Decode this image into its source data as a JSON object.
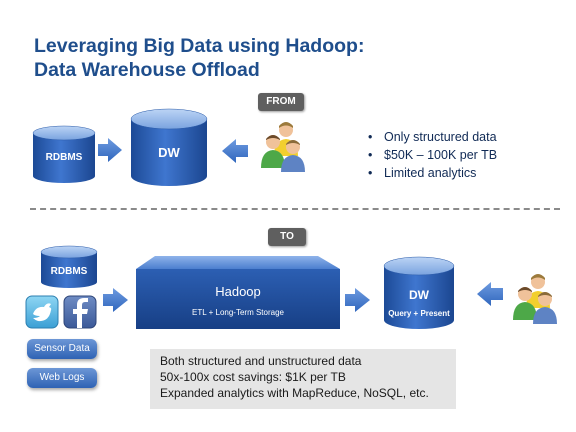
{
  "title": {
    "line1": "Leveraging Big Data using Hadoop:",
    "line2": "Data Warehouse Offload"
  },
  "from_section": {
    "tag": "FROM",
    "rdbms_label": "RDBMS",
    "dw_label": "DW",
    "bullets": [
      "Only structured data",
      "$50K – 100K per TB",
      "Limited analytics"
    ]
  },
  "to_section": {
    "tag": "TO",
    "rdbms_label": "RDBMS",
    "twitter_icon": "twitter-bird-icon",
    "facebook_icon": "facebook-f-icon",
    "sensor_label": "Sensor Data",
    "weblogs_label": "Web Logs",
    "hadoop_title": "Hadoop",
    "hadoop_subtitle": "ETL + Long-Term Storage",
    "dw_label": "DW",
    "dw_subtitle": "Query + Present",
    "summary": [
      "Both structured and unstructured data",
      "50x-100x cost savings: $1K per TB",
      "Expanded analytics with MapReduce, NoSQL, etc."
    ]
  },
  "colors": {
    "title": "#1f4e8c",
    "cylinder_dark": "#1d4e9e",
    "cylinder_light": "#7aa7e6",
    "arrow": "#3c75c9",
    "tag_bg": "#5f5f5f",
    "summary_bg": "#e5e5e5"
  }
}
